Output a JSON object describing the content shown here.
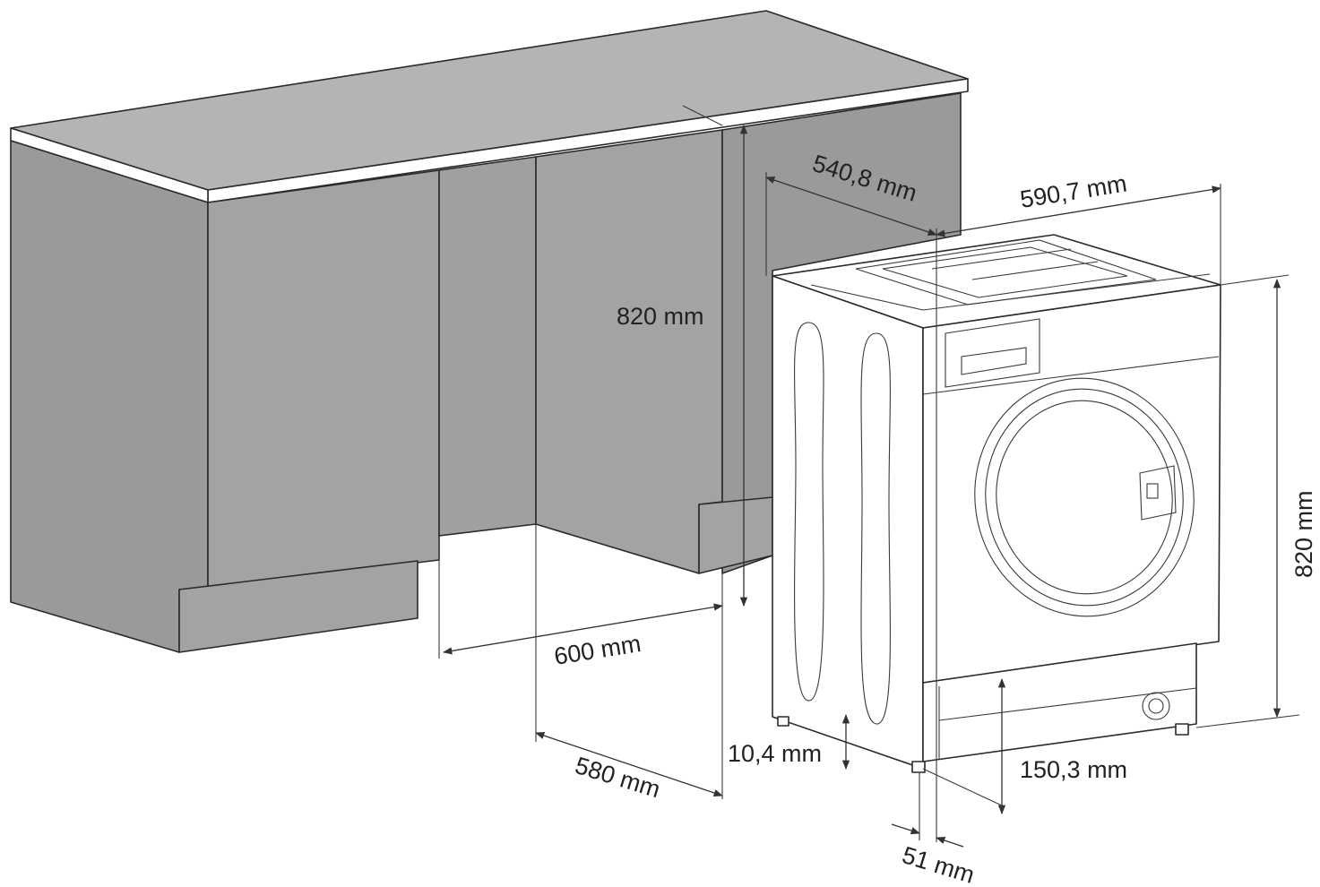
{
  "colors": {
    "cabinet_top": "#b4b4b4",
    "cabinet_front": "#a3a3a3",
    "cabinet_side": "#9a9a9a",
    "cabinet_inner": "#a0a0a0",
    "countertop_edge": "#ffffff",
    "machine_body": "#ffffff",
    "line": "#2a2a2a"
  },
  "labels": {
    "niche_height": "820 mm",
    "niche_width": "600 mm",
    "niche_depth": "580 mm",
    "machine_depth": "540,8 mm",
    "machine_width": "590,7 mm",
    "machine_height": "820 mm",
    "foot_height": "10,4 mm",
    "plinth_height": "150,3 mm",
    "front_recess": "51 mm"
  }
}
